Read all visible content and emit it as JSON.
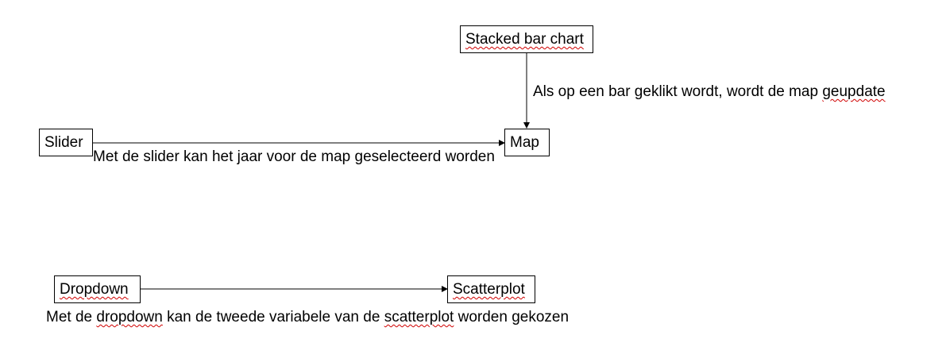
{
  "nodes": {
    "stacked_bar_chart": {
      "label": "Stacked bar chart"
    },
    "slider": {
      "label": "Slider"
    },
    "map": {
      "label": "Map"
    },
    "dropdown": {
      "label": "Dropdown"
    },
    "scatterplot": {
      "label": "Scatterplot"
    }
  },
  "edges": {
    "barchart_to_map": {
      "from": "Stacked bar chart",
      "to": "Map",
      "label": "Als op een bar geklikt wordt, wordt de map geupdate",
      "label_head": "Als op een bar geklikt wordt, wordt de map ",
      "label_tail": "geupdate"
    },
    "slider_to_map": {
      "from": "Slider",
      "to": "Map",
      "label": "Met de slider kan het jaar voor de map geselecteerd worden"
    },
    "dropdown_to_scatterplot": {
      "from": "Dropdown",
      "to": "Scatterplot",
      "label": "Met de dropdown kan de tweede variabele van de scatterplot worden gekozen",
      "label_part1": "Met de ",
      "label_part2": "dropdown",
      "label_part3": " kan de tweede variabele van de ",
      "label_part4": "scatterplot",
      "label_part5": " worden gekozen"
    }
  },
  "colors": {
    "stroke": "#000000",
    "spellcheck_underline": "#d00000",
    "background": "#ffffff"
  }
}
